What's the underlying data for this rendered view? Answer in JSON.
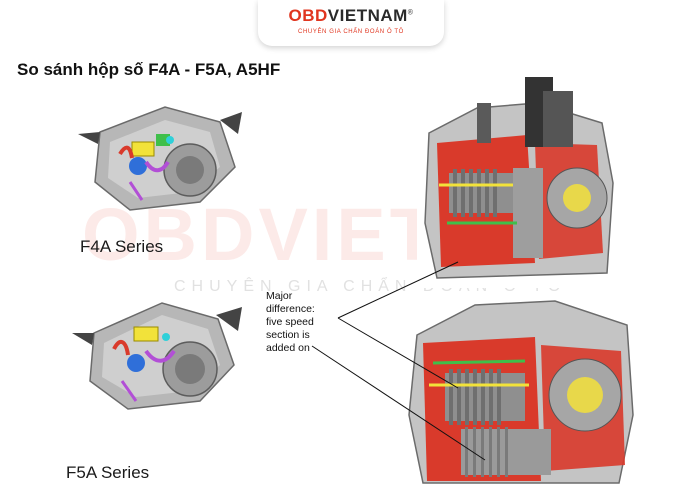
{
  "header": {
    "brand_part1": "OBD",
    "brand_part2": "VIETNAM",
    "registered": "®",
    "tagline": "CHUYÊN GIA CHẨN ĐOÁN Ô TÔ"
  },
  "slide": {
    "title": "So sánh hộp số F4A - F5A, A5HF",
    "label_f4a": "F4A Series",
    "label_f5a": "F5A Series",
    "annotation_lines": [
      "Major",
      "difference:",
      "five speed",
      "section is",
      "added on"
    ]
  },
  "watermark": {
    "logo": "OBDVIETNAM",
    "subtitle": "CHUYÊN GIA CHẨN ĐOÁN Ô TÔ"
  },
  "colors": {
    "brand_red": "#e0351f",
    "cutaway_red": "#d93a2b",
    "gear_gray": "#8f8f8f",
    "housing_gray": "#b9b9b9",
    "highlight_yellow": "#f2e23a",
    "highlight_green": "#3fbf4a",
    "highlight_purple": "#b24fd6",
    "highlight_blue": "#2f6fd9"
  }
}
